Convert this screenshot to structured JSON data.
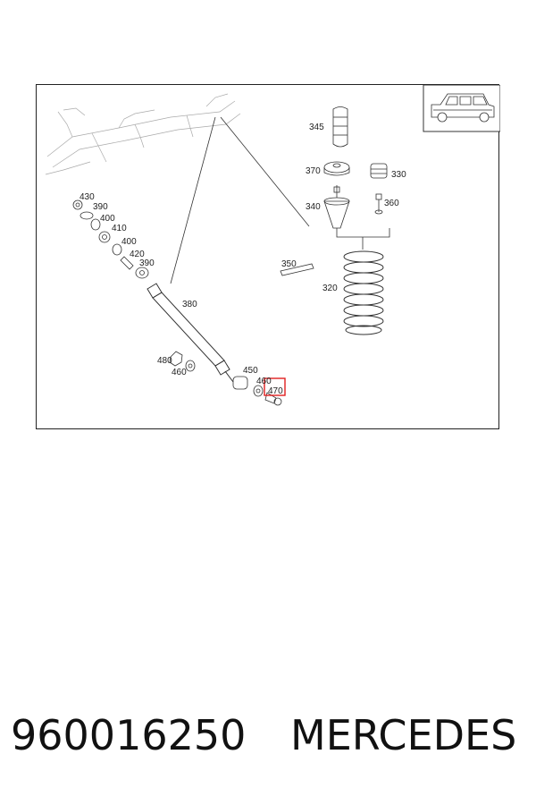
{
  "labels": {
    "l345": "345",
    "l370": "370",
    "l330": "330",
    "l340": "340",
    "l360": "360",
    "l350": "350",
    "l320": "320",
    "l430": "430",
    "l390a": "390",
    "l400a": "400",
    "l410": "410",
    "l400b": "400",
    "l420": "420",
    "l390b": "390",
    "l380": "380",
    "l480": "480",
    "l460a": "460",
    "l450": "450",
    "l460b": "460",
    "l470": "470"
  },
  "highlight": {
    "part": "470",
    "color": "#e02020"
  },
  "caption": {
    "part_number": "960016250",
    "brand": "MERCEDES"
  }
}
